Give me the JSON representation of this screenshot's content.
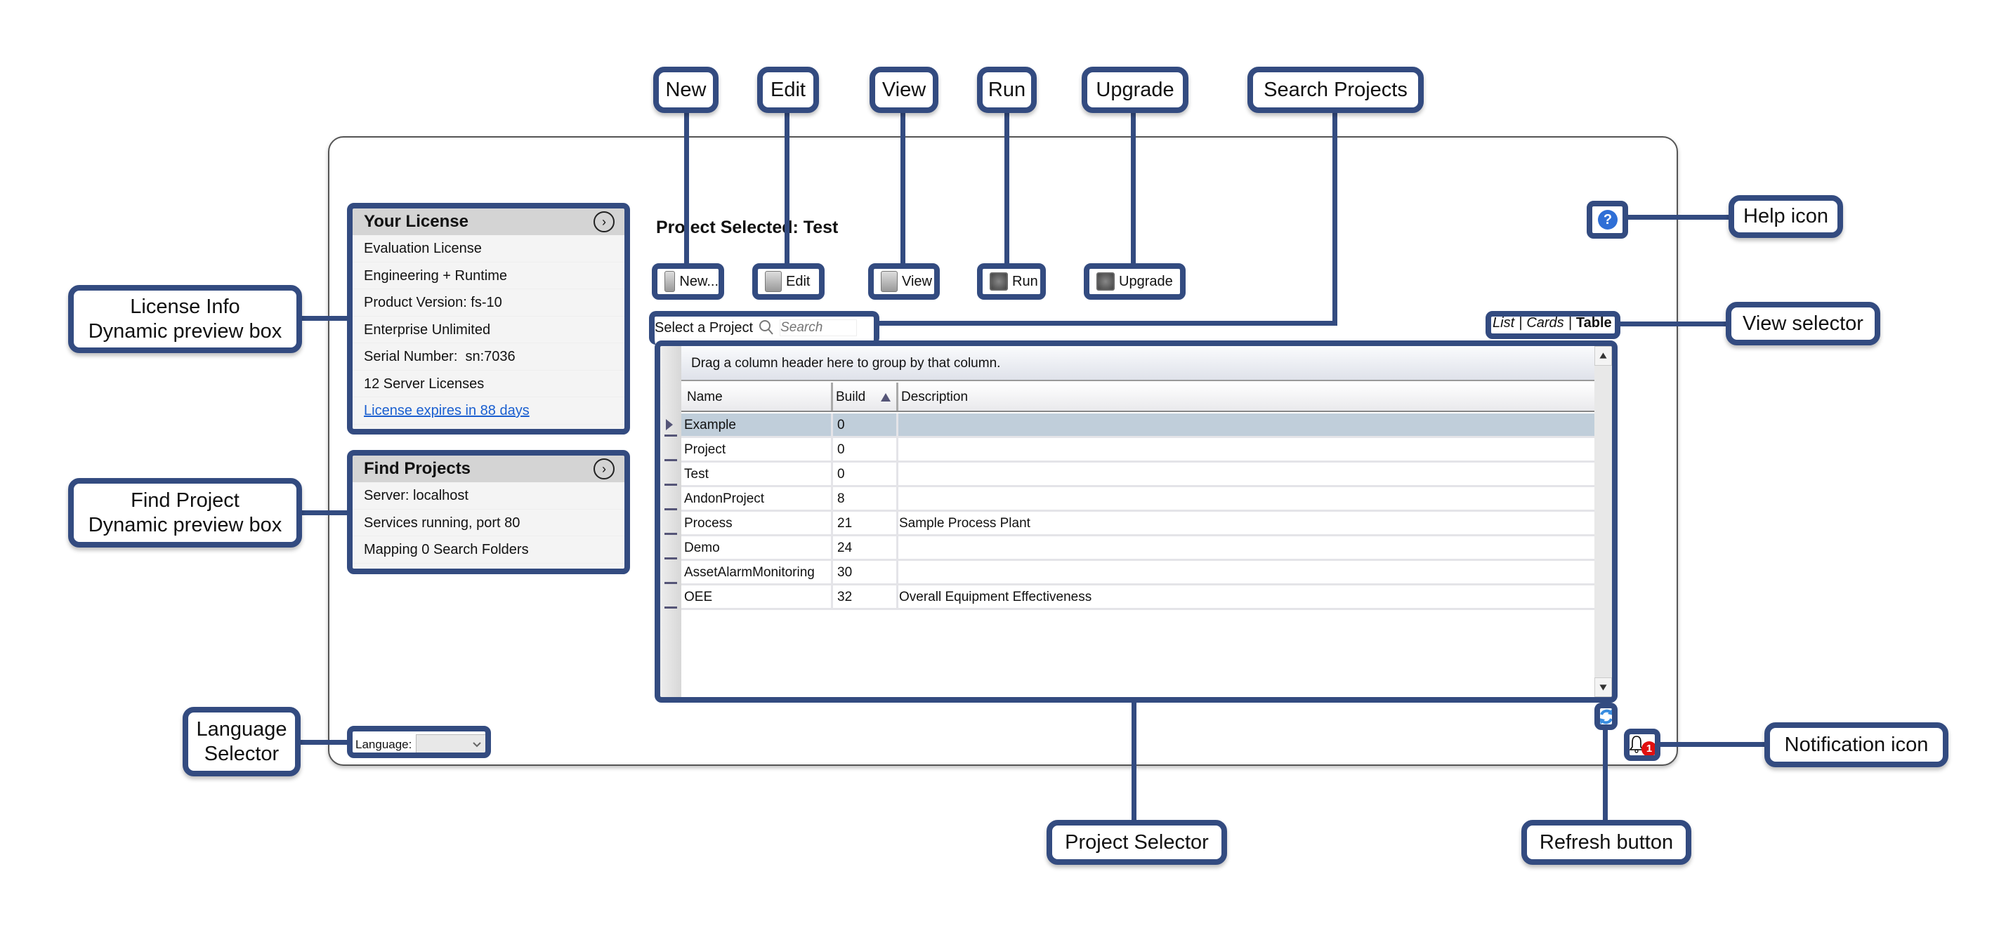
{
  "license": {
    "title": "Your License",
    "items": [
      "Evaluation License",
      "Engineering + Runtime",
      "Product Version: fs-10",
      "Enterprise Unlimited",
      "Serial Number:  sn:7036",
      "12 Server Licenses"
    ],
    "link": "License expires in 88 days"
  },
  "find": {
    "title": "Find Projects",
    "items": [
      "Server: localhost",
      "Services running, port 80",
      "Mapping 0 Search Folders"
    ]
  },
  "project_selected": "Project Selected: Test",
  "toolbar": {
    "new": "New...",
    "edit": "Edit",
    "view": "View",
    "run": "Run",
    "upgrade": "Upgrade"
  },
  "search": {
    "label": "Select a Project",
    "placeholder": "Search"
  },
  "view_selector": {
    "list": "List",
    "cards": "Cards",
    "table": "Table",
    "active": "Table",
    "sep": "|"
  },
  "grid": {
    "group_hint": "Drag a column header here to group by that column.",
    "columns": [
      "Name",
      "Build",
      "Description"
    ],
    "sort_column": "Build",
    "sort_direction": "ascending",
    "rows": [
      [
        "Example",
        "0",
        ""
      ],
      [
        "Project",
        "0",
        ""
      ],
      [
        "Test",
        "0",
        ""
      ],
      [
        "AndonProject",
        "8",
        ""
      ],
      [
        "Process",
        "21",
        "Sample Process Plant"
      ],
      [
        "Demo",
        "24",
        ""
      ],
      [
        "AssetAlarmMonitoring",
        "30",
        ""
      ],
      [
        "OEE",
        "32",
        "Overall Equipment Effectiveness"
      ]
    ],
    "selected_row": "Example"
  },
  "language": {
    "label": "Language:",
    "value": ""
  },
  "notification": {
    "count": "1"
  },
  "callouts": {
    "new": "New",
    "edit": "Edit",
    "view": "View",
    "run": "Run",
    "upgrade": "Upgrade",
    "search": "Search Projects",
    "help": "Help icon",
    "view_selector": "View selector",
    "notification": "Notification icon",
    "refresh": "Refresh button",
    "project_selector": "Project Selector",
    "license": "License Info\nDynamic preview box",
    "find": "Find Project\nDynamic preview box",
    "language": "Language\nSelector"
  },
  "colors": {
    "callout": "#334b80",
    "selected_row": "#c0ceda",
    "link": "#1a5fd0",
    "badge": "#e01010"
  }
}
